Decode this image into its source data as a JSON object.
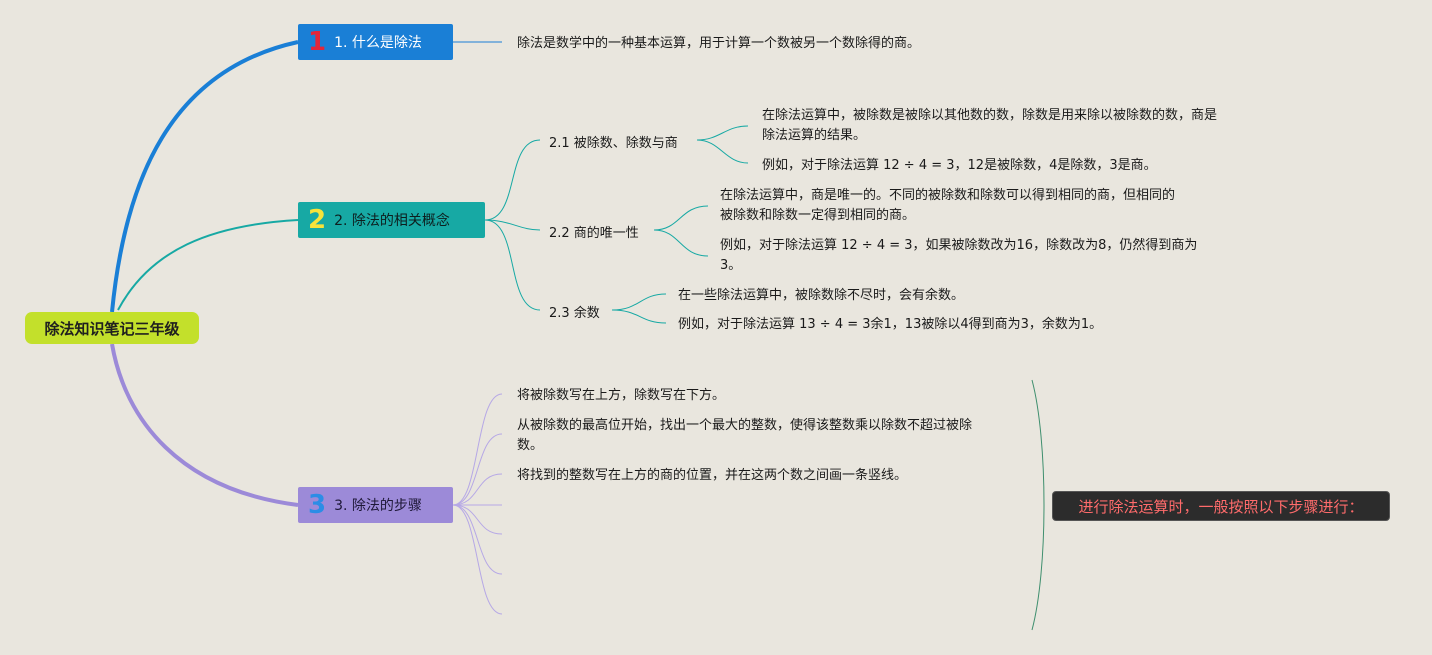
{
  "root": {
    "title": "除法知识笔记三年级"
  },
  "branches": [
    {
      "num": "1",
      "title": "1. 什么是除法",
      "color": "#1a7fd6",
      "text": "除法是数学中的一种基本运算，用于计算一个数被另一个数除得的商。"
    },
    {
      "num": "2",
      "title": "2. 除法的相关概念",
      "color": "#17a9a4",
      "subs": [
        {
          "title": "2.1 被除数、除数与商",
          "items": [
            [
              "在除法运算中，被除数是被除以其他数的数，除数是用来除以被除数的数，商是",
              "除法运算的结果。"
            ],
            [
              "例如，对于除法运算 12 ÷ 4 = 3，12是被除数，4是除数，3是商。"
            ]
          ]
        },
        {
          "title": "2.2 商的唯一性",
          "items": [
            [
              "在除法运算中，商是唯一的。不同的被除数和除数可以得到相同的商，但相同的",
              "被除数和除数一定得到相同的商。"
            ],
            [
              "例如，对于除法运算 12 ÷ 4 = 3，如果被除数改为16，除数改为8，仍然得到商为",
              "3。"
            ]
          ]
        },
        {
          "title": "2.3 余数",
          "items": [
            [
              "在一些除法运算中，被除数除不尽时，会有余数。"
            ],
            [
              "例如，对于除法运算 13 ÷ 4 = 3余1，13被除以4得到商为3，余数为1。"
            ]
          ]
        }
      ]
    },
    {
      "num": "3",
      "title": "3. 除法的步骤",
      "color": "#9c8ad8",
      "steps": [
        [
          "将被除数写在上方，除数写在下方。"
        ],
        [
          "从被除数的最高位开始，找出一个最大的整数，使得该整数乘以除数不超过被除",
          "数。"
        ],
        [
          "将找到的整数写在上方的商的位置，并在这两个数之间画一条竖线。"
        ]
      ],
      "note": "进行除法运算时，一般按照以下步骤进行："
    }
  ]
}
